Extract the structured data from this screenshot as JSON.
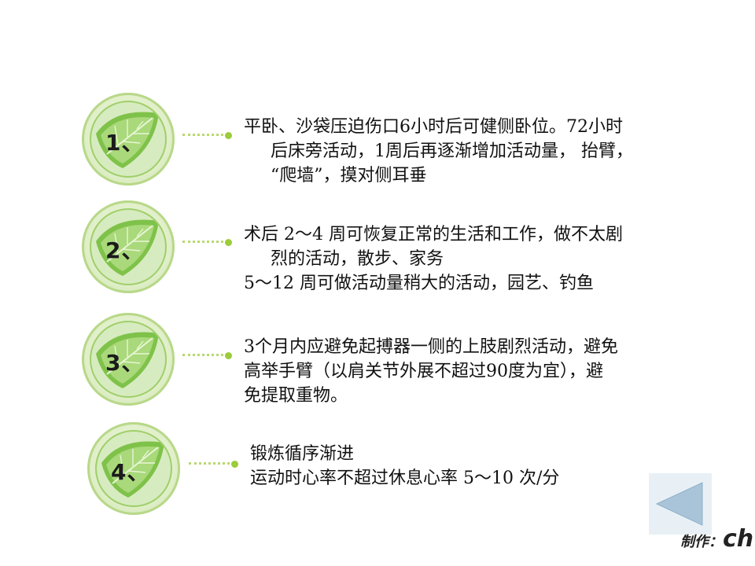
{
  "items": [
    {
      "number": "1、",
      "lines": [
        "平卧、沙袋压迫伤口6小时后可健侧卧位。72小时",
        "后床旁活动，1周后再逐渐增加活动量， 抬臂，",
        "“爬墙”，摸对侧耳垂"
      ]
    },
    {
      "number": "2、",
      "lines": [
        "术后 2～4 周可恢复正常的生活和工作，做不太剧",
        "烈的活动，散步、家务",
        "5～12 周可做活动量稍大的活动，园艺、钓鱼"
      ]
    },
    {
      "number": "3、",
      "lines": [
        "3个月内应避免起搏器一侧的上肢剧烈活动，避免",
        "高举手臂（以肩关节外展不超过90度为宜），避",
        "免提取重物。"
      ]
    },
    {
      "number": "4、",
      "lines": [
        "锻炼循序渐进",
        "运动时心率不超过休息心率 5～10 次/分"
      ]
    }
  ],
  "signature": {
    "label": "制作：",
    "initials": "ch"
  },
  "colors": {
    "accent_green": "#9ccc3a",
    "dotted_line": "#b9d96e",
    "back_button_arrow": "#a9c4d8"
  },
  "icons": {
    "badge": "leaf-icon",
    "back_button": "triangle-left-icon"
  }
}
